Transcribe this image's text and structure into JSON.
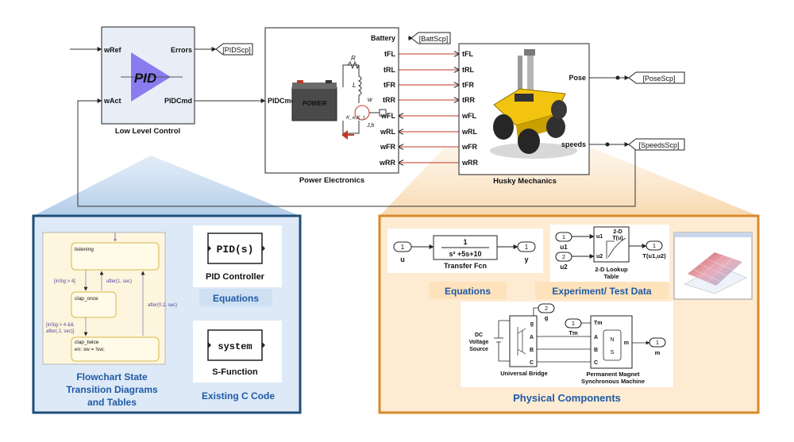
{
  "colors": {
    "pid_triangle": "#8a7cf0",
    "blue_panel": "#1f4e79",
    "orange_panel": "#d9892b",
    "blue_caption_bg": "#dbe8f5",
    "stateflow_bg": "#fdf5dd",
    "state_fill": "#fffbe8",
    "state_border": "#d8b84a",
    "wire": "#333333",
    "wire_red": "#c0392b"
  },
  "top": {
    "low_level_control": {
      "title": "Low Level Control",
      "in_wref": "wRef",
      "in_wact": "wAct",
      "out_errors": "Errors",
      "out_pidcmd": "PIDCmd",
      "pid_text": "PID",
      "goto_pid": "[PIDScp]"
    },
    "power_electronics": {
      "title": "Power Electronics",
      "in_pidcmd": "PIDCmd",
      "battery_label": "POWER",
      "r_label": "R",
      "l_label": "L",
      "w_label": "w",
      "ke_label": "K_e,K_t",
      "jb_label": "J,b",
      "out_battery": "Battery",
      "goto_batt": "[BattScp]",
      "ports_t": [
        "tFL",
        "tRL",
        "tFR",
        "tRR"
      ],
      "ports_w": [
        "wFL",
        "wRL",
        "wFR",
        "wRR"
      ]
    },
    "husky": {
      "title": "Husky Mechanics",
      "ports_t": [
        "tFL",
        "tRL",
        "tFR",
        "tRR"
      ],
      "ports_w": [
        "wFL",
        "wRL",
        "wFR",
        "wRR"
      ],
      "out_pose": "Pose",
      "out_speeds": "speeds",
      "goto_pose": "[PoseScp]",
      "goto_speeds": "[SpeedsScp]"
    }
  },
  "left_panel": {
    "stateflow": {
      "state_listening": "listening",
      "state_clap_once": "clap_once",
      "state_clap_twice": "clap_twice",
      "state_clap_twice_action": "en: sw = !sw;",
      "t1": "[inSig > 4]",
      "t2": "after(1, sec)",
      "t3": "[inSig > 4 &&",
      "t3b": "after(.2, sec)]",
      "t4": "after(0.2, sec)"
    },
    "caption_flowchart": [
      "Flowchart State",
      "Transition Diagrams",
      "and Tables"
    ],
    "pid_block_text": "PID(s)",
    "pid_block_label": "PID Controller",
    "caption_equations": "Equations",
    "sfun_block_text": "system",
    "sfun_block_label": "S-Function",
    "caption_c_code": "Existing C Code"
  },
  "right_panel": {
    "tf": {
      "in_num": "1",
      "in_label": "u",
      "numerator": "1",
      "denominator": "s² +5s+10",
      "label": "Transfer Fcn",
      "out_num": "1",
      "out_label": "y"
    },
    "lookup": {
      "in1_num": "1",
      "in1_label": "u1",
      "in2_num": "2",
      "in2_label": "u2",
      "port_u1": "u1",
      "port_u2": "u2",
      "head1": "2-D",
      "head2": "T(u)",
      "label1": "2-D Lookup",
      "label2": "Table",
      "out_num": "1",
      "out_label": "T(u1,u2)"
    },
    "caption_equations": "Equations",
    "caption_experiment": "Experiment/ Test Data",
    "physical": {
      "g_num": "2",
      "g_label": "g",
      "tm_num": "1",
      "tm_label": "Tm",
      "dc_label": [
        "DC",
        "Voltage",
        "Source"
      ],
      "bridge_port_g": "g",
      "bridge_ports": [
        "A",
        "B",
        "C"
      ],
      "bridge_label": "Universal Bridge",
      "machine_tm": "Tm",
      "machine_m": "m",
      "machine_ports": [
        "A",
        "B",
        "C"
      ],
      "machine_n": "N",
      "machine_s": "S",
      "machine_label": [
        "Permanent Magnet",
        "Synchronous Machine"
      ],
      "out_num": "1",
      "out_label": "m"
    },
    "caption_physical": "Physical Components"
  }
}
